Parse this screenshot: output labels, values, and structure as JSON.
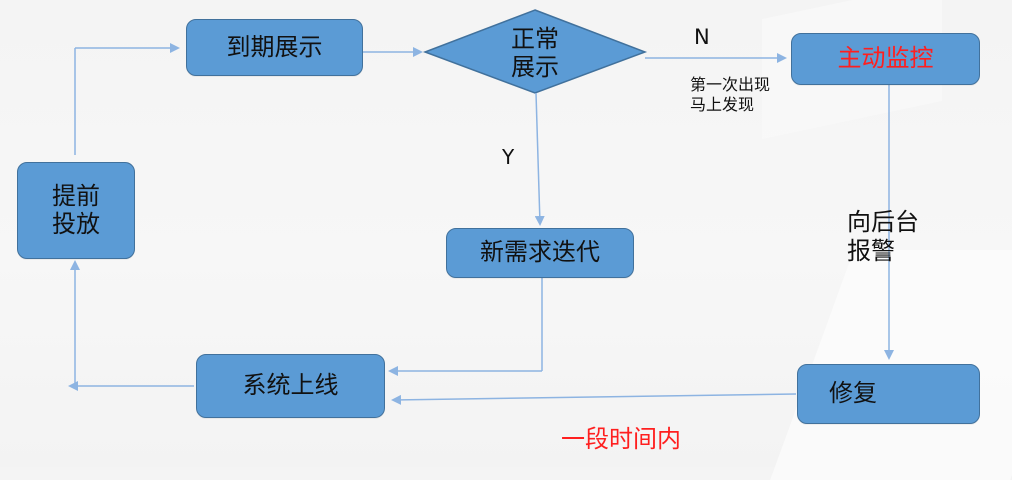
{
  "nodes": {
    "advance": "提前\n投放",
    "expiry": "到期展示",
    "decision": "正常\n展示",
    "monitor": "主动监控",
    "iterate": "新需求迭代",
    "launch": "系统上线",
    "repair": "修复"
  },
  "labels": {
    "n": "N",
    "first_time": "第一次出现\n马上发现",
    "y": "Y",
    "backend_alert": "向后台\n报警",
    "period": "一段时间内"
  },
  "colors": {
    "node_fill": "#5b9bd5",
    "node_border": "#41719c",
    "arrow": "#8db4e2",
    "highlight": "#ff1f1f"
  }
}
